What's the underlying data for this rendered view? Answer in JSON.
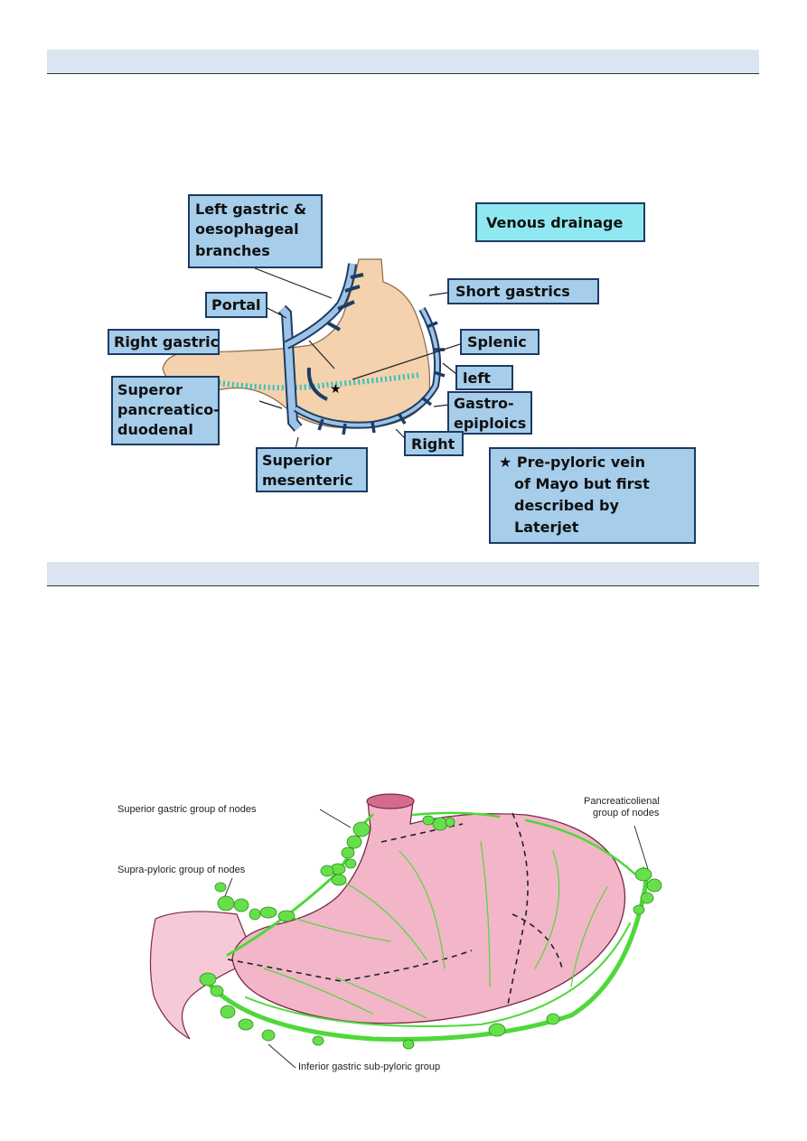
{
  "figure1": {
    "title_box": "Venous drainage",
    "labels": {
      "left_gastric_1": "Left gastric &",
      "left_gastric_2": "oesophageal",
      "left_gastric_3": "branches",
      "portal": "Portal",
      "right_gastric": "Right gastric",
      "sup_panc_1": "Superor",
      "sup_panc_2": "pancreatico-",
      "sup_panc_3": "duodenal",
      "sup_mes_1": "Superior",
      "sup_mes_2": "mesenteric",
      "short_gastrics": "Short gastrics",
      "splenic": "Splenic",
      "left": "left",
      "gastro_1": "Gastro-",
      "gastro_2": "epiploics",
      "right": "Right",
      "note_1": "★ Pre-pyloric vein",
      "note_2": "of Mayo but first",
      "note_3": "described by",
      "note_4": "Laterjet"
    }
  },
  "figure2": {
    "labels": {
      "superior_gastric": "Superior gastric group of nodes",
      "supra_pyloric": "Supra-pyloric group of nodes",
      "pancreaticolienal_1": "Pancreaticolienal",
      "pancreaticolienal_2": "group of nodes",
      "inferior_gastric": "Inferior gastric sub-pyloric group"
    }
  },
  "colors": {
    "band": "#dbe5f1",
    "label_box": "#a6cdea",
    "title_box": "#8fe8f0",
    "stomach_fig1": "#f3d2ad",
    "vein": "#9fc3e6",
    "stomach_fig2": "#f2b6c8",
    "lymph": "#4fd83a"
  }
}
